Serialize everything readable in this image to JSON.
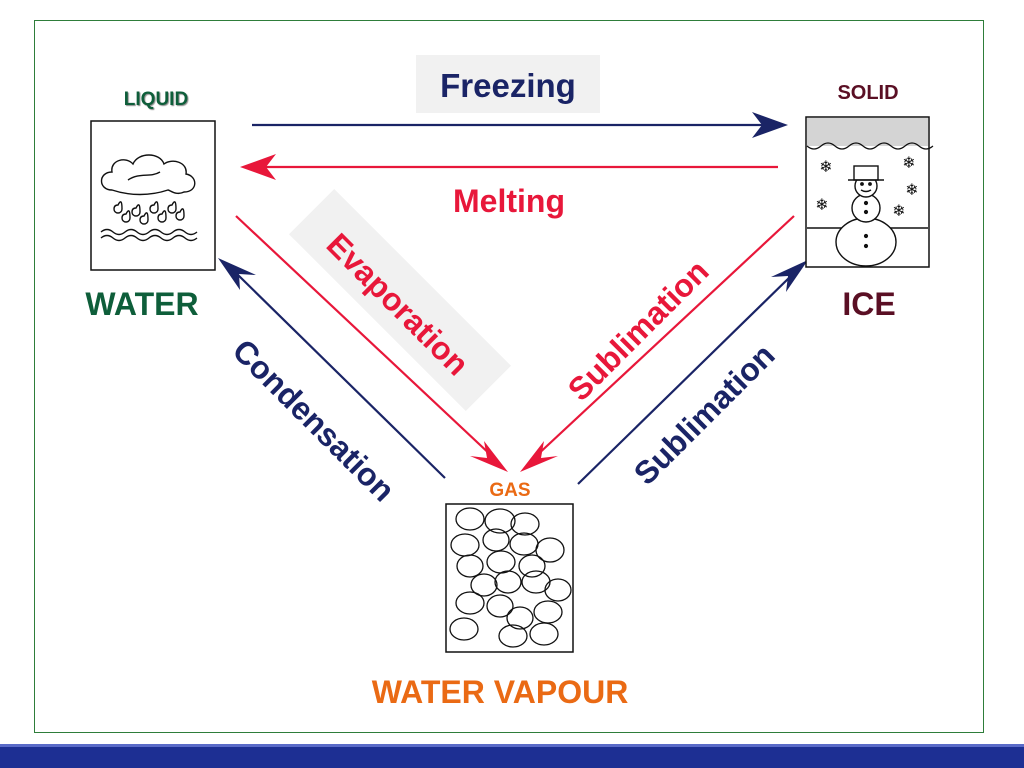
{
  "colors": {
    "navy": "#1a2466",
    "red": "#e8173a",
    "orange": "#ea6a14",
    "green": "#0e5e3a",
    "maroon": "#5a0f24",
    "frame": "#2e7d3a",
    "footer": "#1d2f93"
  },
  "states": {
    "liquid": {
      "label": "LIQUID",
      "name": "WATER"
    },
    "solid": {
      "label": "SOLID",
      "name": "ICE"
    },
    "gas": {
      "label": "GAS",
      "name": "WATER VAPOUR"
    }
  },
  "processes": {
    "freezing": "Freezing",
    "melting": "Melting",
    "evaporation": "Evaporation",
    "condensation": "Condensation",
    "sublimation_to_gas": "Sublimation",
    "sublimation_to_solid": "Sublimation"
  },
  "icons": {
    "liquid": "rain-cloud-icon",
    "solid": "snowman-icon",
    "gas": "gas-bubbles-icon"
  }
}
